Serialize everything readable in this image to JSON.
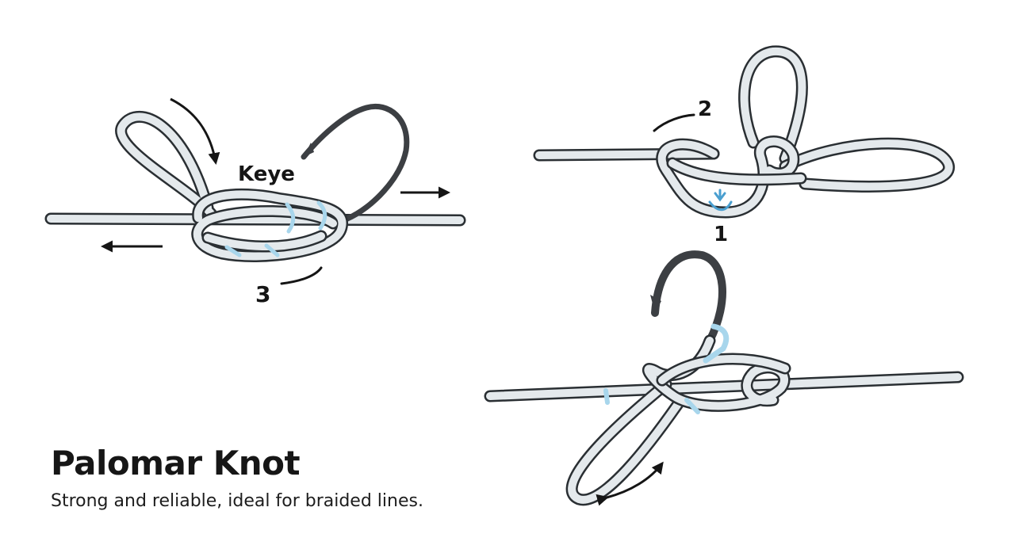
{
  "title": "Palomar Knot",
  "subtitle": "Strong and reliable, ideal for braided lines.",
  "steps": {
    "step1_label": "1",
    "step2_label": "2",
    "step3_label": "3"
  },
  "annotations": {
    "eye_label": "Keye"
  },
  "colors": {
    "line_fill": "#e4e9ec",
    "line_outline": "#2a2f33",
    "hook": "#3c3f43",
    "accent": "#a8d6ec",
    "text": "#161616"
  }
}
